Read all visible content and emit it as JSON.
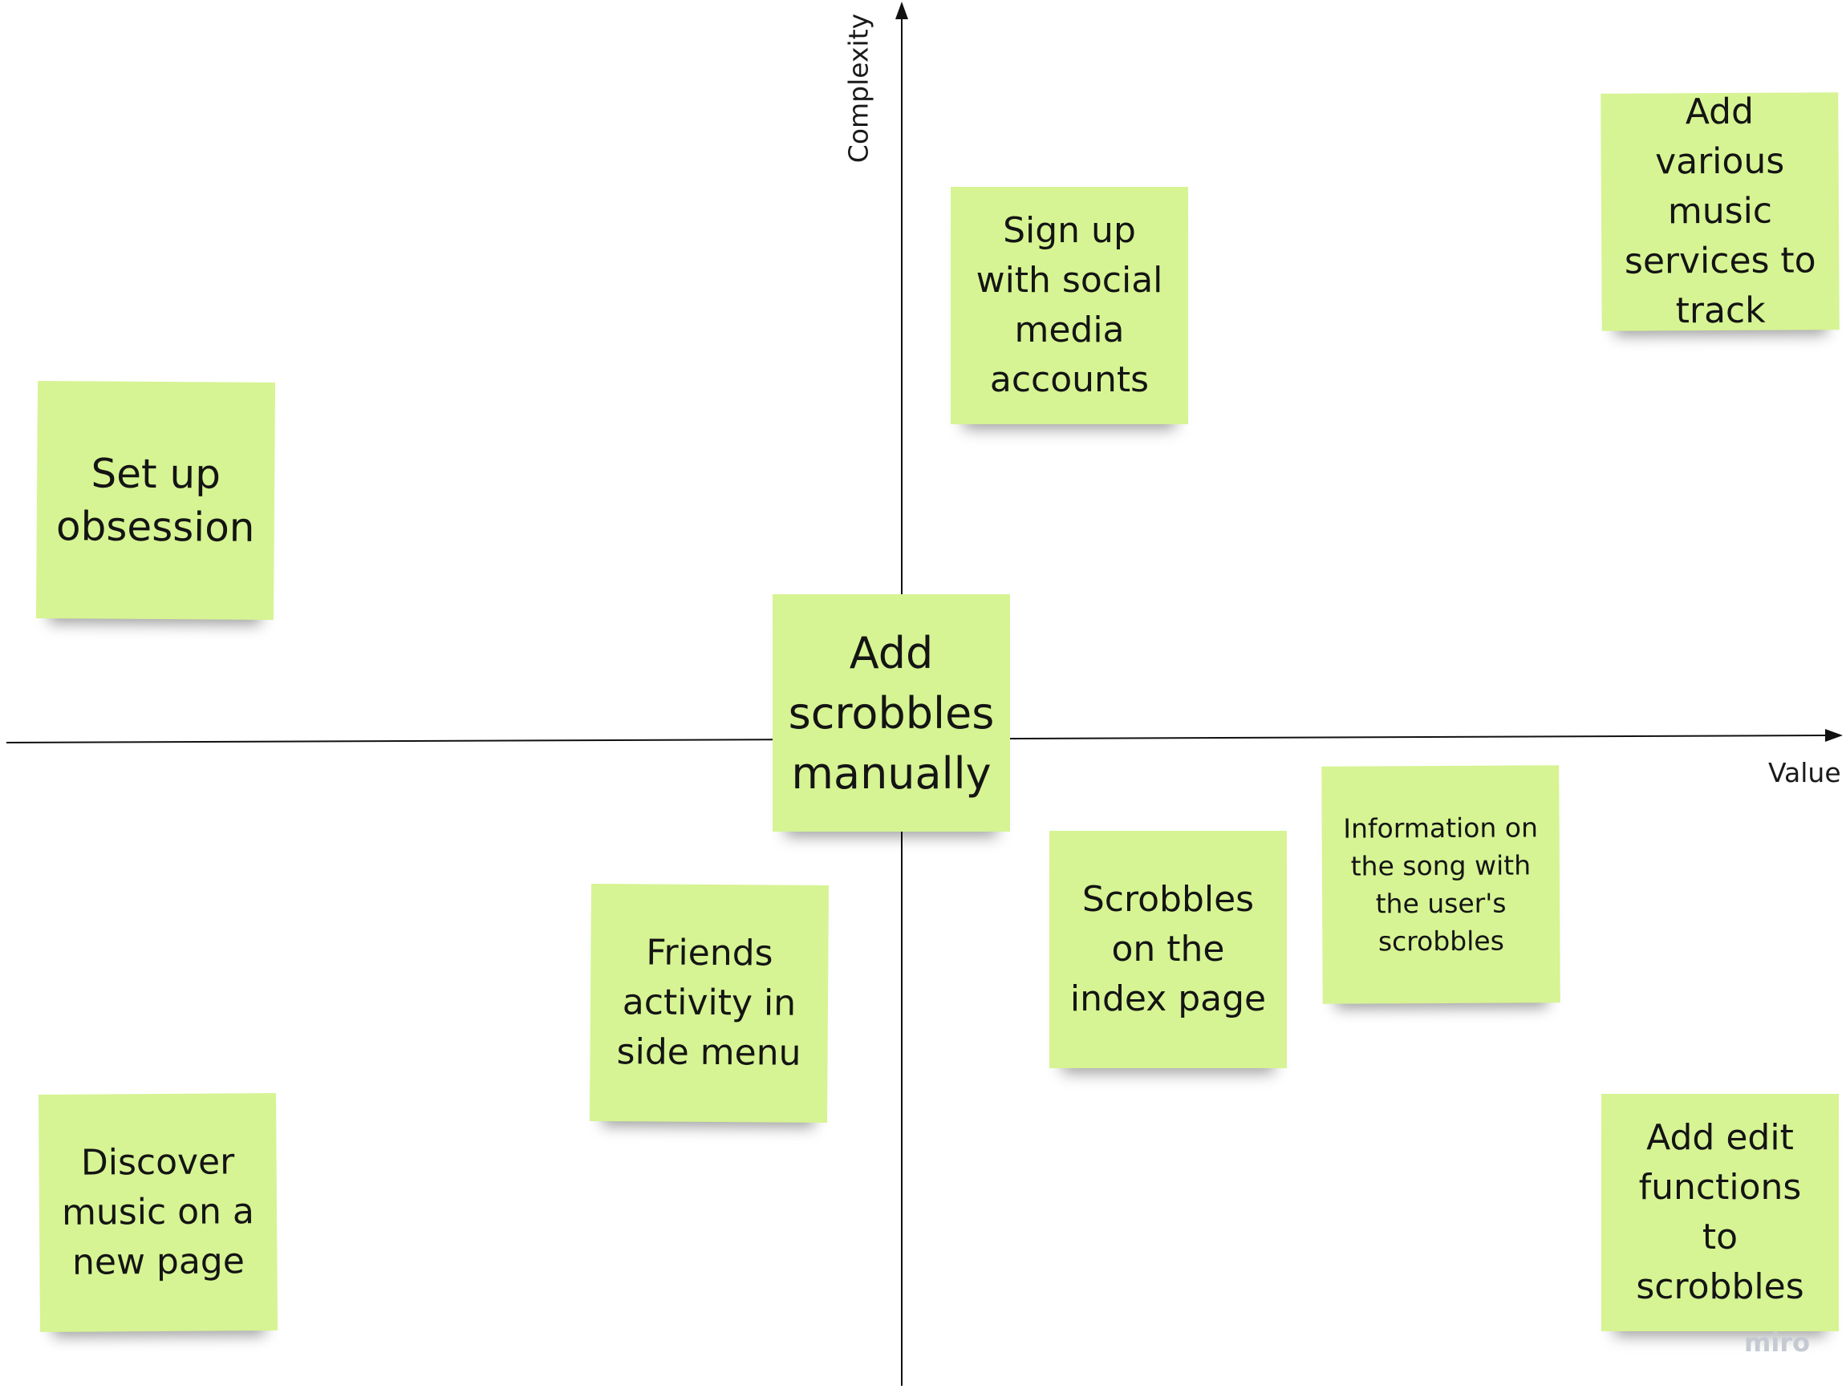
{
  "axes": {
    "y_label": "Complexity",
    "x_label": "Value",
    "line_color": "#111111",
    "arrow_icon": "arrowhead-icon"
  },
  "notes": [
    {
      "id": "set-up-obsession",
      "text": "Set up\nobsession"
    },
    {
      "id": "sign-up-social",
      "text": "Sign up\nwith social\nmedia\naccounts"
    },
    {
      "id": "add-various-services",
      "text": "Add various\nmusic\nservices to\ntrack"
    },
    {
      "id": "add-scrobbles-manually",
      "text": "Add\nscrobbles\nmanually"
    },
    {
      "id": "information-song",
      "text": "Information on\nthe song with\nthe user's\nscrobbles"
    },
    {
      "id": "scrobbles-index",
      "text": "Scrobbles\non the\nindex page"
    },
    {
      "id": "friends-activity",
      "text": "Friends\nactivity in\nside menu"
    },
    {
      "id": "discover-music",
      "text": "Discover\nmusic on a\nnew page"
    },
    {
      "id": "add-edit-functions",
      "text": "Add edit\nfunctions\nto\nscrobbles"
    }
  ],
  "note_color": "#d6f493",
  "watermark": {
    "text": "miro",
    "color": "#c5cad2"
  }
}
